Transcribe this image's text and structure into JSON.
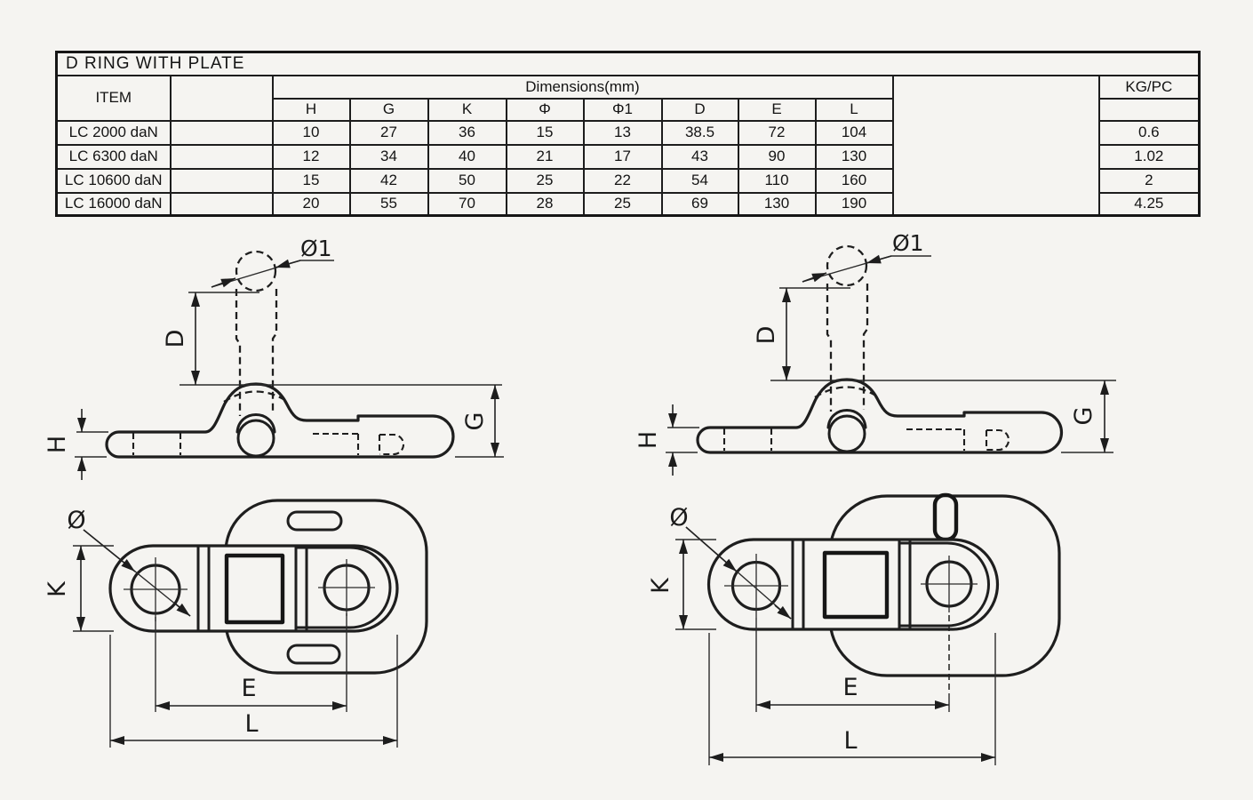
{
  "title": "D RING WITH PLATE",
  "table": {
    "item_header": "ITEM",
    "dimensions_header": "Dimensions(mm)",
    "kg_header": "KG/PC",
    "columns": [
      "H",
      "G",
      "K",
      "Φ",
      "Φ1",
      "D",
      "E",
      "L"
    ],
    "rows": [
      {
        "item": "LC 2000 daN",
        "values": [
          "10",
          "27",
          "36",
          "15",
          "13",
          "38.5",
          "72",
          "104"
        ],
        "kg": "0.6"
      },
      {
        "item": "LC 6300 daN",
        "values": [
          "12",
          "34",
          "40",
          "21",
          "17",
          "43",
          "90",
          "130"
        ],
        "kg": "1.02"
      },
      {
        "item": "LC 10600 daN",
        "values": [
          "15",
          "42",
          "50",
          "25",
          "22",
          "54",
          "110",
          "160"
        ],
        "kg": "2"
      },
      {
        "item": "LC 16000 daN",
        "values": [
          "20",
          "55",
          "70",
          "28",
          "25",
          "69",
          "130",
          "190"
        ],
        "kg": "4.25"
      }
    ]
  },
  "drawing": {
    "labels": {
      "phi1": "Ø1",
      "d": "D",
      "h": "H",
      "g": "G",
      "phi": "Ø",
      "k": "K",
      "e": "E",
      "l": "L"
    }
  },
  "colors": {
    "ink": "#1d1d1d",
    "paper": "#f5f4f1"
  }
}
